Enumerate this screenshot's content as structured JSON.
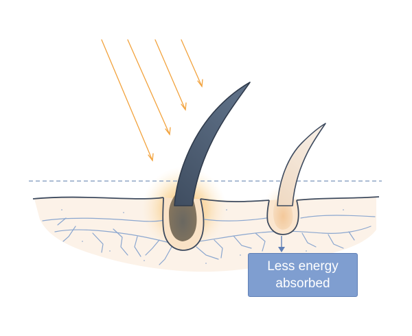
{
  "annotation": {
    "line1": "Less energy",
    "line2": "absorbed"
  },
  "colors": {
    "light_rays": "#f2a23c",
    "dark_hair": "#4f6076",
    "light_hair": "#f2e3d4",
    "skin": "#fcf2e8",
    "skin_outline": "#3d4a5e",
    "nerves": "#8aa6cf",
    "glow": "#f5b14a",
    "label_box": "#7f9ed0",
    "dashed_line": "#8fa5c5"
  },
  "icons": [
    "laser-light-rays",
    "dark-hair",
    "light-hair",
    "energy-glow",
    "down-arrow-icon"
  ]
}
